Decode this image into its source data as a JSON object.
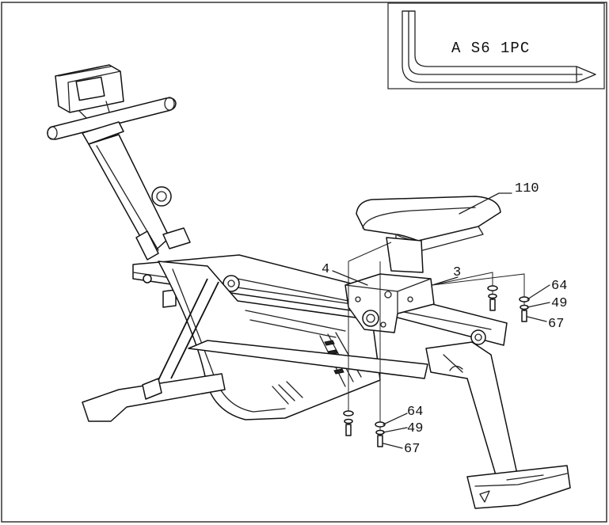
{
  "inset": {
    "caption": "A S6 1PC"
  },
  "callouts": {
    "seat": "110",
    "bracket_left": "4",
    "bracket_right": "3",
    "upper_washer": "64",
    "upper_lockwasher": "49",
    "upper_bolt": "67",
    "lower_washer": "64",
    "lower_lockwasher": "49",
    "lower_bolt": "67"
  },
  "icons": [
    "allen-key-icon",
    "rowing-machine-icon",
    "seat-icon",
    "bolt-icon",
    "washer-icon"
  ]
}
